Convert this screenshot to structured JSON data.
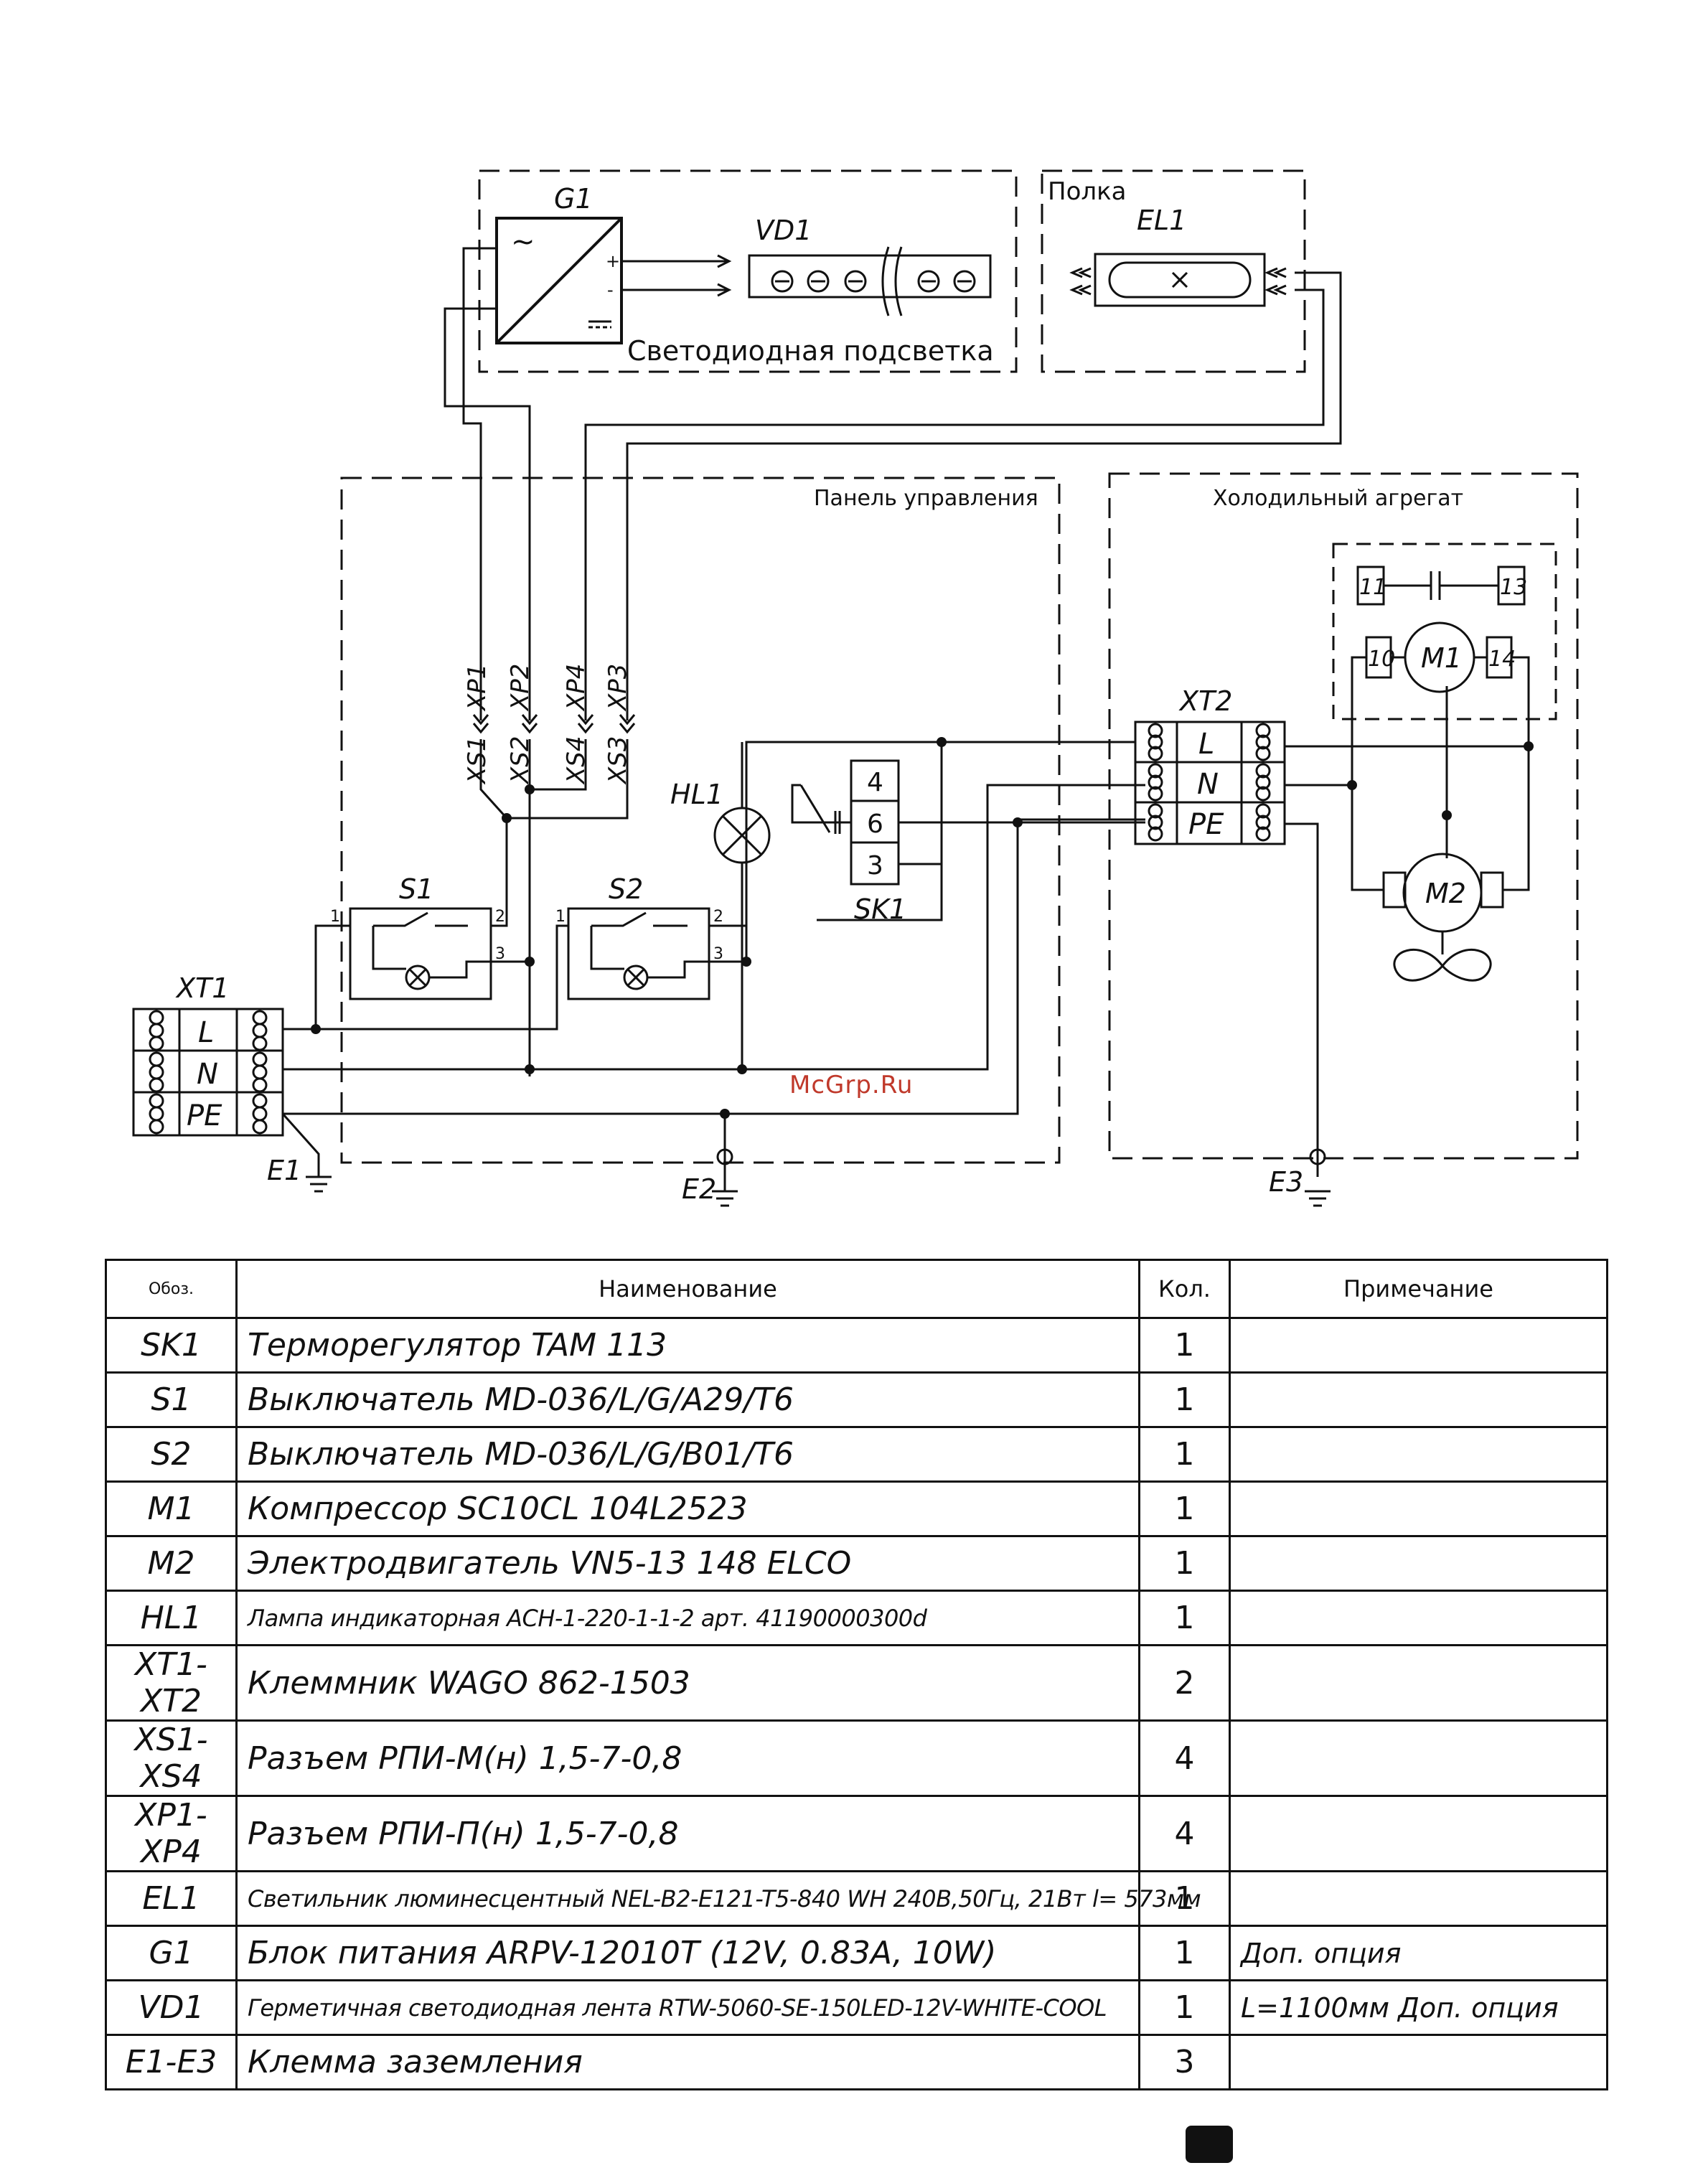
{
  "diagram": {
    "groups": {
      "backlight": "Светодиодная подсветка",
      "shelf": "Полка",
      "control_panel": "Панель управления",
      "refrigeration_unit": "Холодильный агрегат"
    },
    "labels": {
      "g1": "G1",
      "vd1": "VD1",
      "el1": "EL1",
      "xp1": "XP1",
      "xp2": "XP2",
      "xp4": "XP4",
      "xp3": "XP3",
      "xs1": "XS1",
      "xs2": "XS2",
      "xs4": "XS4",
      "xs3": "XS3",
      "hl1": "HL1",
      "sk1": "SK1",
      "s1": "S1",
      "s2": "S2",
      "xt1": "XT1",
      "xt2": "XT2",
      "m1": "M1",
      "m2": "M2",
      "e1": "E1",
      "e2": "E2",
      "e3": "E3"
    },
    "terminals": {
      "l": "L",
      "n": "N",
      "pe": "PE"
    },
    "sk1_pins": [
      "4",
      "6",
      "3"
    ],
    "m1_pins": [
      "11",
      "13",
      "10",
      "14"
    ],
    "switch_pins": [
      "1",
      "2",
      "3"
    ],
    "g1_symbols": {
      "ac": "~",
      "plus": "+",
      "minus": "-"
    }
  },
  "watermark": "McGrp.Ru",
  "table": {
    "headers": [
      "Обоз.",
      "Наименование",
      "Кол.",
      "Примечание"
    ],
    "rows": [
      {
        "code": "SK1",
        "name": "Терморегулятор TAM 113",
        "qty": "1",
        "note": ""
      },
      {
        "code": "S1",
        "name": "Выключатель MD-036/L/G/A29/T6",
        "qty": "1",
        "note": ""
      },
      {
        "code": "S2",
        "name": "Выключатель MD-036/L/G/B01/T6",
        "qty": "1",
        "note": ""
      },
      {
        "code": "M1",
        "name": "Компрессор SC10CL 104L2523",
        "qty": "1",
        "note": ""
      },
      {
        "code": "M2",
        "name": "Электродвигатель VN5-13 148 ELCO",
        "qty": "1",
        "note": ""
      },
      {
        "code": "HL1",
        "name": "Лампа индикаторная ACH-1-220-1-1-2 арт. 41190000300d",
        "qty": "1",
        "note": "",
        "small": true
      },
      {
        "code": "XT1-XT2",
        "name": "Клеммник WAGO 862-1503",
        "qty": "2",
        "note": ""
      },
      {
        "code": "XS1-XS4",
        "name": "Разъем РПИ-М(н) 1,5-7-0,8",
        "qty": "4",
        "note": ""
      },
      {
        "code": "XP1-XP4",
        "name": "Разъем РПИ-П(н) 1,5-7-0,8",
        "qty": "4",
        "note": ""
      },
      {
        "code": "EL1",
        "name": "Светильник люминесцентный NEL-B2-E121-T5-840 WH 240В,50Гц, 21Вт l= 573мм",
        "qty": "1",
        "note": "",
        "small": true
      },
      {
        "code": "G1",
        "name": "Блок питания ARPV-12010T (12V, 0.83A, 10W)",
        "qty": "1",
        "note": "Доп. опция"
      },
      {
        "code": "VD1",
        "name": "Герметичная светодиодная лента RTW-5060-SE-150LED-12V-WHITE-COOL",
        "qty": "1",
        "note": "L=1100мм Доп. опция",
        "small": true
      },
      {
        "code": "E1-E3",
        "name": "Клемма заземления",
        "qty": "3",
        "note": ""
      }
    ]
  }
}
